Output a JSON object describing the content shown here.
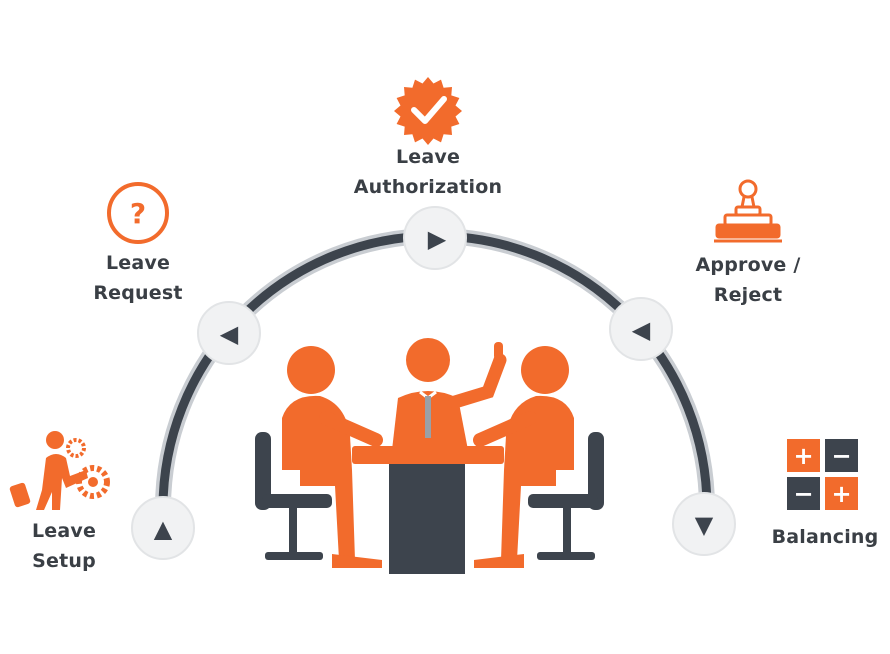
{
  "colors": {
    "accent": "#f26b2c",
    "dark": "#3d444d",
    "arc_light": "#c9cdd2",
    "node_fill": "#f1f2f3",
    "text": "#3a3f45"
  },
  "steps": [
    {
      "line1": "Leave",
      "line2": "Setup",
      "icon": "person-with-gears-icon"
    },
    {
      "line1": "Leave",
      "line2": "Request",
      "icon": "question-mark-icon"
    },
    {
      "line1": "Leave",
      "line2": "Authorization",
      "icon": "checkmark-badge-icon"
    },
    {
      "line1": "Approve /",
      "line2": "Reject",
      "icon": "stamp-icon"
    },
    {
      "line1": "Balancing",
      "line2": "",
      "icon": "plus-minus-grid-icon"
    }
  ],
  "arrows": [
    {
      "glyph": "▲",
      "direction": "up"
    },
    {
      "glyph": "◀",
      "direction": "left"
    },
    {
      "glyph": "▶",
      "direction": "right"
    },
    {
      "glyph": "◀",
      "direction": "left"
    },
    {
      "glyph": "▼",
      "direction": "down"
    }
  ],
  "balancing_signs": [
    "+",
    "−",
    "−",
    "+"
  ],
  "question_mark": "?"
}
